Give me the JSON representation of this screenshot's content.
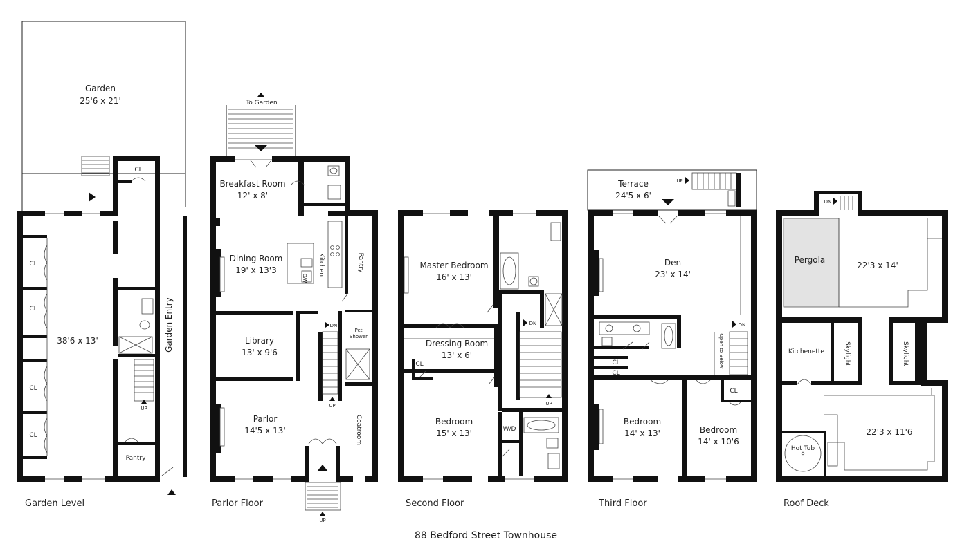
{
  "title": "88 Bedford Street Townhouse",
  "floors": {
    "garden": {
      "label": "Garden Level",
      "garden_name": "Garden",
      "garden_dim": "25'6 x 21'",
      "main_dim": "38'6 x 13'",
      "closet": "CL",
      "pantry": "Pantry",
      "up": "UP",
      "entry": "Garden Entry"
    },
    "parlor": {
      "label": "Parlor Floor",
      "to_garden": "To Garden",
      "breakfast": "Breakfast Room",
      "breakfast_dim": "12' x 8'",
      "dining": "Dining Room",
      "dining_dim": "19' x 13'3",
      "kitchen": "Kitchen",
      "wd": "W/D",
      "pantry": "Pantry",
      "library": "Library",
      "library_dim": "13' x 9'6",
      "pet_shower_1": "Pet",
      "pet_shower_2": "Shower",
      "dn": "DN",
      "up": "UP",
      "parlor": "Parlor",
      "parlor_dim": "14'5 x 13'",
      "coatroom": "Coatroom",
      "stoop_up": "UP"
    },
    "second": {
      "label": "Second Floor",
      "master": "Master Bedroom",
      "master_dim": "16' x 13'",
      "dressing": "Dressing Room",
      "dressing_dim": "13' x 6'",
      "closet": "CL",
      "bedroom": "Bedroom",
      "bedroom_dim": "15' x 13'",
      "wd": "W/D",
      "dn": "DN",
      "up": "UP"
    },
    "third": {
      "label": "Third Floor",
      "terrace": "Terrace",
      "terrace_dim": "24'5 x 6'",
      "terrace_up": "UP",
      "den": "Den",
      "den_dim": "23' x 14'",
      "open_below": "Open to Below",
      "dn": "DN",
      "closet": "CL",
      "bedroom_a": "Bedroom",
      "bedroom_a_dim": "14' x 13'",
      "bedroom_b": "Bedroom",
      "bedroom_b_dim": "14' x 10'6"
    },
    "roof": {
      "label": "Roof Deck",
      "dn": "DN",
      "pergola": "Pergola",
      "deck_a_dim": "22'3 x 14'",
      "kitchenette": "Kitchenette",
      "skylight": "Skylight",
      "hot_tub": "Hot Tub",
      "deck_b_dim": "22'3 x 11'6"
    }
  }
}
